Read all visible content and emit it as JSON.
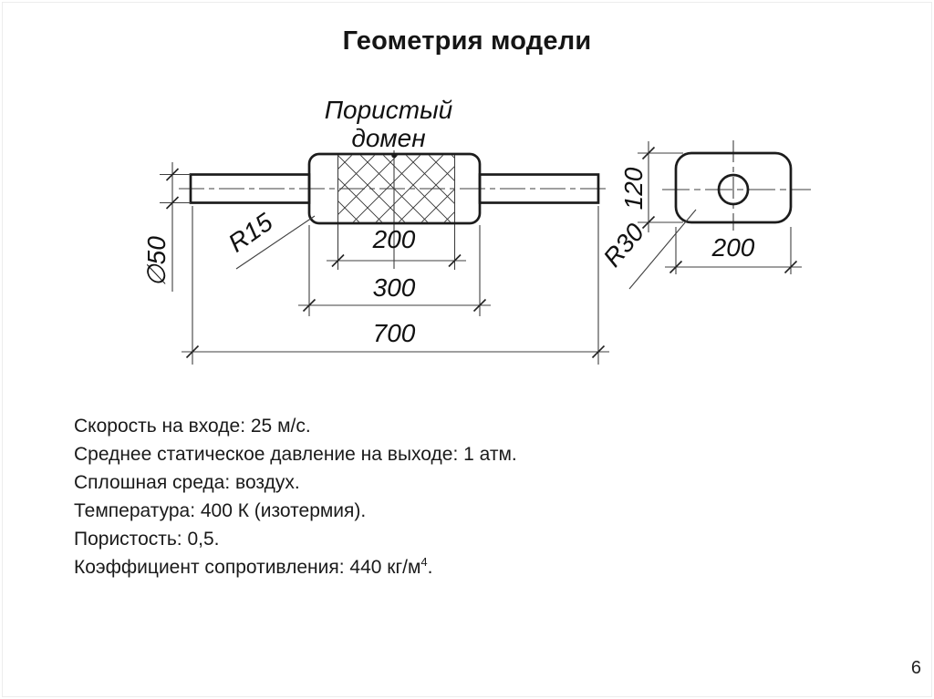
{
  "slide": {
    "title": "Геометрия модели",
    "page_number": "6"
  },
  "drawing": {
    "domain_label": {
      "line1": "Пористый",
      "line2": "домен"
    },
    "dimensions": {
      "porous_length": "200",
      "body_length": "300",
      "total_length": "700",
      "pipe_diameter": "∅50",
      "body_fillet": "R15",
      "section_height": "120",
      "section_width": "200",
      "section_fillet": "R30"
    }
  },
  "parameters": {
    "lines": [
      "Скорость на входе: 25 м/с.",
      "Среднее статическое давление на выходе: 1 атм.",
      "Сплошная среда: воздух.",
      "Температура: 400 К (изотермия).",
      "Пористость: 0,5."
    ],
    "last_line": {
      "text": "Коэффициент сопротивления: 440 кг/м",
      "sup": "4",
      "tail": "."
    }
  }
}
